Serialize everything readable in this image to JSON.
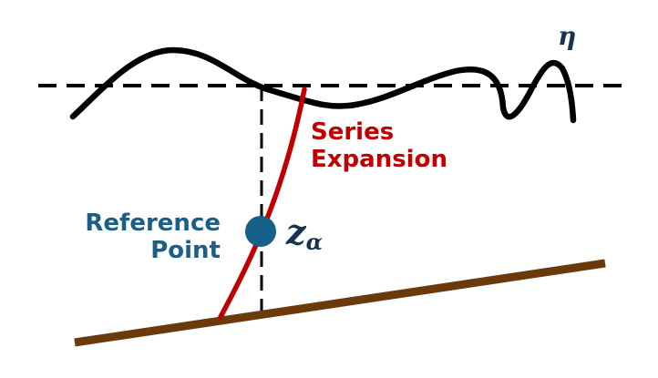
{
  "labels": {
    "eta": "η",
    "series_line1": "Series",
    "series_line2": "Expansion",
    "reference_line1": "Reference",
    "reference_line2": "Point",
    "z_main": "z",
    "z_sub": "α"
  },
  "colors": {
    "free_surface": "#000000",
    "mean_level": "#000000",
    "series_curve": "#c00000",
    "reference_point": "#15618a",
    "reference_text": "#1b5e86",
    "bed": "#6b3a0a",
    "symbol_text": "#17334f"
  }
}
